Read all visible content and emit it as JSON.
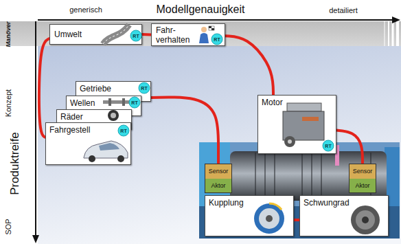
{
  "diagram": {
    "nodes": [
      {
        "text": [
          "Umwelt"
        ]
      },
      {
        "text": [
          "Fahr- verhalten"
        ]
      },
      {
        "text": [
          "Getriebe"
        ]
      },
      {
        "text": [
          "Wellen"
        ]
      },
      {
        "text": [
          "Räder"
        ]
      },
      {
        "text": [
          "Fahrgestell"
        ]
      },
      {
        "text": [
          "Motor"
        ]
      },
      {
        "text": [
          "Sensor",
          "Aktor"
        ]
      },
      {
        "text": [
          "Sensor",
          "Aktor"
        ]
      },
      {
        "text": [
          "Kupplung"
        ]
      },
      {
        "text": [
          "Schwungrad"
        ]
      }
    ],
    "edges": [
      {
        "from": 0,
        "to": 5,
        "arrow": "none"
      },
      {
        "from": 0,
        "to": 1,
        "arrow": "none"
      },
      {
        "from": 1,
        "to": 6,
        "arrow": "none"
      },
      {
        "from": 2,
        "to": 7,
        "arrow": "none"
      },
      {
        "from": 6,
        "to": 8,
        "arrow": "none"
      },
      {
        "from": 9,
        "to": 10,
        "arrow": "none"
      }
    ],
    "labels": [
      "generisch",
      "Modellgenauigkeit",
      "detailiert",
      "Manöver",
      "Konzept",
      "Produktreife",
      "SOP",
      "RT",
      "RT",
      "RT",
      "RT",
      "RT",
      "RT"
    ]
  }
}
